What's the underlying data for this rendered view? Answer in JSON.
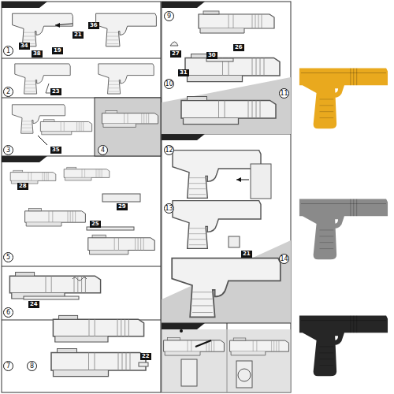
{
  "diagram": {
    "labels": [
      "1",
      "21",
      "36",
      "34",
      "38",
      "19",
      "2",
      "23",
      "3",
      "35",
      "4",
      "28",
      "29",
      "25",
      "5",
      "24",
      "6",
      "7",
      "8",
      "22",
      "9",
      "27",
      "30",
      "26",
      "31",
      "10",
      "11",
      "12",
      "13",
      "21",
      "14"
    ]
  }
}
